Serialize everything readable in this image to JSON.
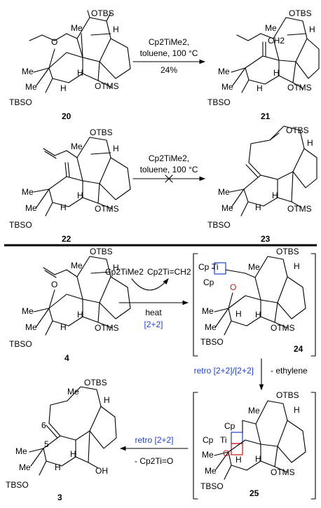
{
  "colors": {
    "blue": "#1f3fd0",
    "red": "#d01010",
    "ink": "#000000"
  },
  "top": {
    "r1": {
      "reagent": "Cp2TiMe2,",
      "conditions": "toluene, 100 °C",
      "yield": "24%",
      "start": "20",
      "product": "21"
    },
    "r2": {
      "reagent": "Cp2TiMe2,",
      "conditions": "toluene, 100 °C",
      "start": "22",
      "product": "23",
      "blocked": true
    }
  },
  "mechanism": {
    "start": "4",
    "reagent_in": "Cp2TiMe2",
    "reagent_active": "Cp2Ti=CH2",
    "arrow_top": "heat",
    "arrow_bottom": "[2+2]",
    "intermediate1": "24",
    "step2_blue": "retro [2+2]/[2+2]",
    "step2_black": "- ethylene",
    "intermediate2": "25",
    "step3_blue": "retro [2+2]",
    "step3_black": "- Cp2Ti=O",
    "product": "3"
  },
  "atoms": {
    "Me": "Me",
    "OTBS": "OTBS",
    "H": "H",
    "O": "O",
    "OTMS": "OTMS",
    "TBSO": "TBSO",
    "OH": "OH",
    "CH2": "CH2",
    "Ti": "Ti",
    "Cp": "Cp",
    "pos6": "6",
    "pos5": "5"
  }
}
